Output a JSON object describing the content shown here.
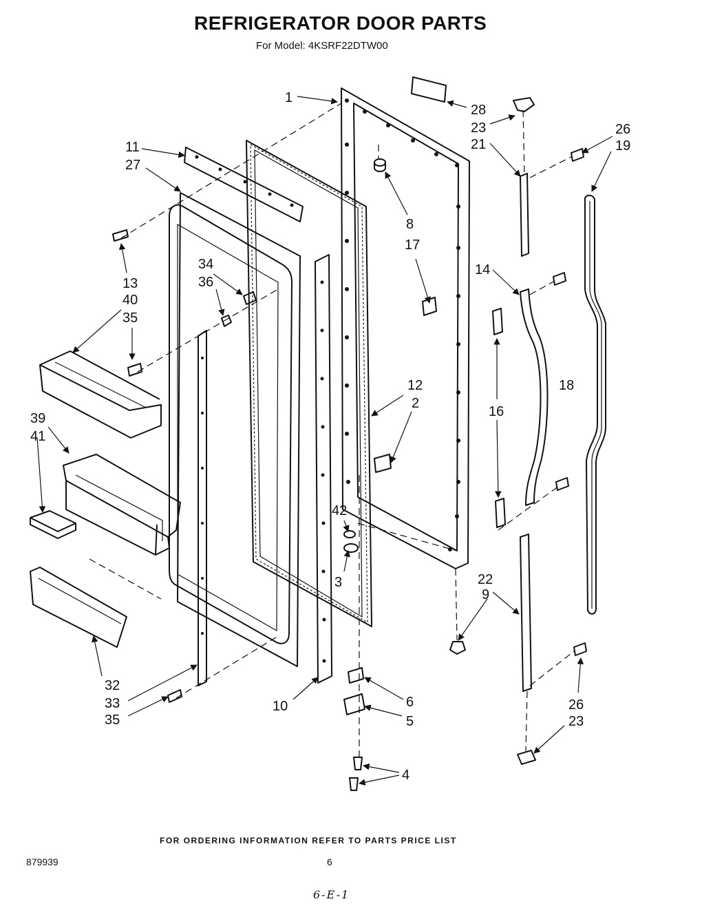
{
  "header": {
    "title": "REFRIGERATOR DOOR PARTS",
    "subtitle": "For Model: 4KSRF22DTW00"
  },
  "footer": {
    "ordering_note": "FOR ORDERING INFORMATION REFER TO PARTS PRICE LIST",
    "catalog_number": "879939",
    "page_number": "6",
    "handwritten_mark": "6-E-1"
  },
  "callouts": {
    "c1": "1",
    "c2": "2",
    "c3": "3",
    "c4": "4",
    "c5": "5",
    "c6": "6",
    "c8": "8",
    "c9": "9",
    "c10": "10",
    "c11": "11",
    "c12": "12",
    "c13": "13",
    "c14": "14",
    "c16": "16",
    "c17": "17",
    "c18": "18",
    "c19": "19",
    "c21": "21",
    "c22": "22",
    "c23a": "23",
    "c23b": "23",
    "c26a": "26",
    "c26b": "26",
    "c27": "27",
    "c28": "28",
    "c32": "32",
    "c33": "33",
    "c34": "34",
    "c35a": "35",
    "c35b": "35",
    "c36": "36",
    "c39": "39",
    "c40": "40",
    "c41": "41",
    "c42": "42"
  }
}
